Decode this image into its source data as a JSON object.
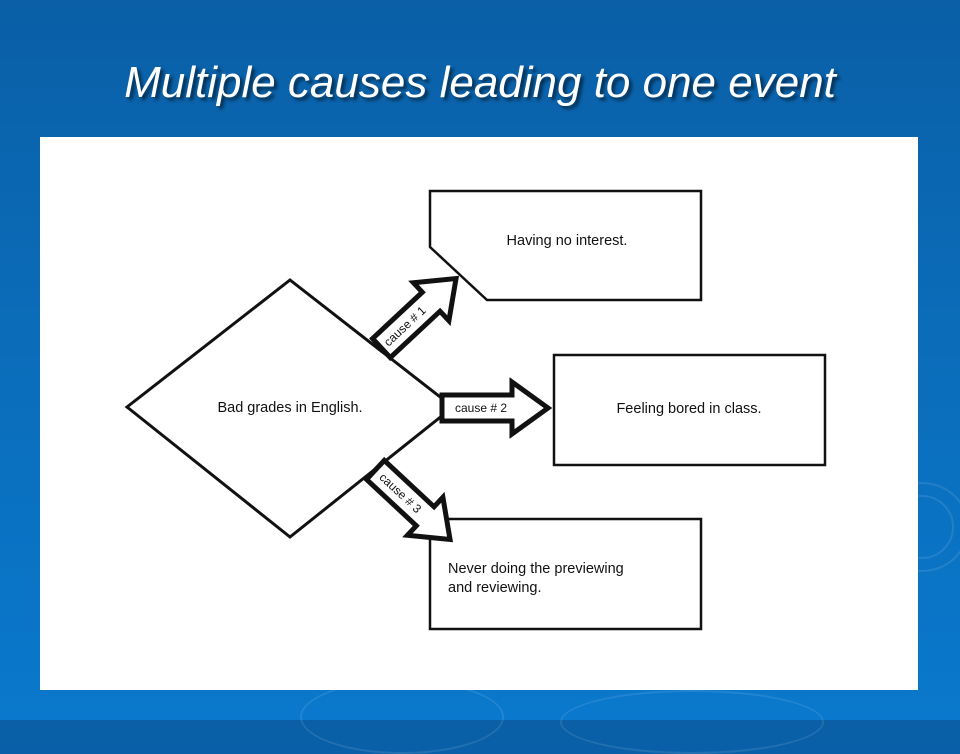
{
  "slide": {
    "title": "Multiple causes leading to one event"
  },
  "diagram": {
    "event": "Bad grades in English.",
    "causes": [
      {
        "arrow_label": "cause # 1",
        "text": "Having no interest."
      },
      {
        "arrow_label": "cause # 2",
        "text": "Feeling bored in class."
      },
      {
        "arrow_label": "cause # 3",
        "text_line1": "Never doing the previewing",
        "text_line2": "and reviewing."
      }
    ]
  },
  "colors": {
    "background": "#0b6cb9",
    "title": "#ffffff",
    "panel": "#ffffff",
    "stroke": "#111111"
  }
}
